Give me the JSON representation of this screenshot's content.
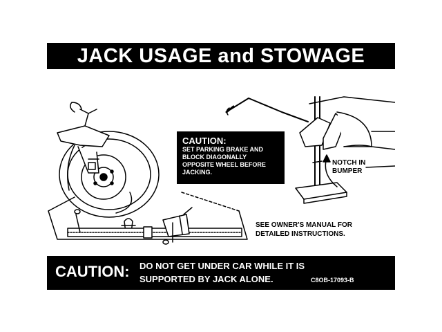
{
  "decal": {
    "title": "JACK USAGE and STOWAGE",
    "caution_box": {
      "heading": "CAUTION:",
      "lines": [
        "SET PARKING BRAKE AND",
        "BLOCK DIAGONALLY",
        "OPPOSITE WHEEL BEFORE",
        "JACKING."
      ]
    },
    "notch_label": [
      "NOTCH IN",
      "BUMPER"
    ],
    "manual_note": [
      "SEE OWNER'S MANUAL FOR",
      "DETAILED INSTRUCTIONS."
    ],
    "bottom": {
      "label": "CAUTION:",
      "warning_lines": [
        "DO NOT GET UNDER CAR WHILE IT IS",
        "SUPPORTED BY JACK ALONE."
      ],
      "part_number": "C8OB-17093-B"
    }
  },
  "colors": {
    "ink": "#000000",
    "paper": "#ffffff"
  }
}
